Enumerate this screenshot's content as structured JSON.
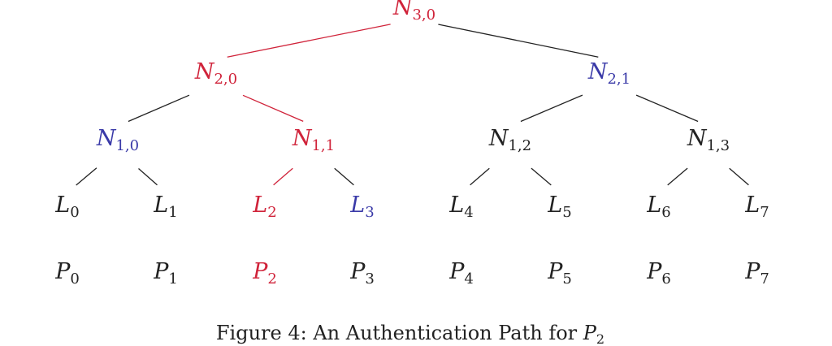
{
  "colors": {
    "red": "#d0233a",
    "blue": "#3a3aa8",
    "black": "#222222"
  },
  "nodes": {
    "n30": {
      "base": "N",
      "sub": "3,0",
      "color": "red"
    },
    "n20": {
      "base": "N",
      "sub": "2,0",
      "color": "red"
    },
    "n21": {
      "base": "N",
      "sub": "2,1",
      "color": "blue"
    },
    "n10": {
      "base": "N",
      "sub": "1,0",
      "color": "blue"
    },
    "n11": {
      "base": "N",
      "sub": "1,1",
      "color": "red"
    },
    "n12": {
      "base": "N",
      "sub": "1,2",
      "color": "black"
    },
    "n13": {
      "base": "N",
      "sub": "1,3",
      "color": "black"
    },
    "l0": {
      "base": "L",
      "sub": "0",
      "color": "black"
    },
    "l1": {
      "base": "L",
      "sub": "1",
      "color": "black"
    },
    "l2": {
      "base": "L",
      "sub": "2",
      "color": "red"
    },
    "l3": {
      "base": "L",
      "sub": "3",
      "color": "blue"
    },
    "l4": {
      "base": "L",
      "sub": "4",
      "color": "black"
    },
    "l5": {
      "base": "L",
      "sub": "5",
      "color": "black"
    },
    "l6": {
      "base": "L",
      "sub": "6",
      "color": "black"
    },
    "l7": {
      "base": "L",
      "sub": "7",
      "color": "black"
    },
    "p0": {
      "base": "P",
      "sub": "0",
      "color": "black"
    },
    "p1": {
      "base": "P",
      "sub": "1",
      "color": "black"
    },
    "p2": {
      "base": "P",
      "sub": "2",
      "color": "red"
    },
    "p3": {
      "base": "P",
      "sub": "3",
      "color": "black"
    },
    "p4": {
      "base": "P",
      "sub": "4",
      "color": "black"
    },
    "p5": {
      "base": "P",
      "sub": "5",
      "color": "black"
    },
    "p6": {
      "base": "P",
      "sub": "6",
      "color": "black"
    },
    "p7": {
      "base": "P",
      "sub": "7",
      "color": "black"
    }
  },
  "edges": [
    {
      "from": "n30",
      "to": "n20",
      "color": "red"
    },
    {
      "from": "n30",
      "to": "n21",
      "color": "black"
    },
    {
      "from": "n20",
      "to": "n10",
      "color": "black"
    },
    {
      "from": "n20",
      "to": "n11",
      "color": "red"
    },
    {
      "from": "n21",
      "to": "n12",
      "color": "black"
    },
    {
      "from": "n21",
      "to": "n13",
      "color": "black"
    },
    {
      "from": "n10",
      "to": "l0",
      "color": "black"
    },
    {
      "from": "n10",
      "to": "l1",
      "color": "black"
    },
    {
      "from": "n11",
      "to": "l2",
      "color": "red"
    },
    {
      "from": "n11",
      "to": "l3",
      "color": "black"
    },
    {
      "from": "n12",
      "to": "l4",
      "color": "black"
    },
    {
      "from": "n12",
      "to": "l5",
      "color": "black"
    },
    {
      "from": "n13",
      "to": "l6",
      "color": "black"
    },
    {
      "from": "n13",
      "to": "l7",
      "color": "black"
    }
  ],
  "caption": {
    "text": "Figure 4: An Authentication Path for ",
    "var_base": "P",
    "var_sub": "2"
  }
}
